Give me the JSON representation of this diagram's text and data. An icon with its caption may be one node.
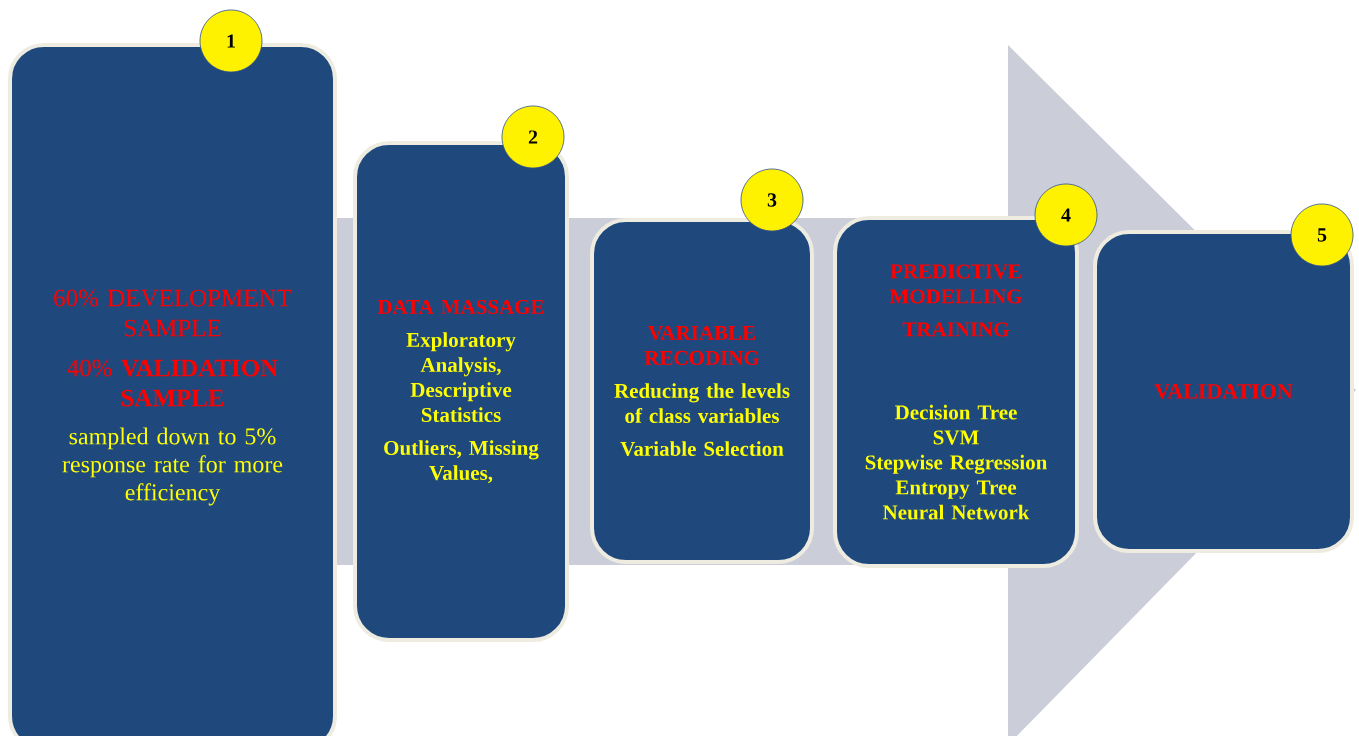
{
  "diagram": {
    "nodes": [
      {
        "text": [
          "60% DEVELOPMENT SAMPLE",
          "40% **VALIDATION SAMPLE**",
          "sampled down to 5% response rate for more efficiency"
        ]
      },
      {
        "text": [
          "DATA MASSAGE",
          "Exploratory Analysis, Descriptive Statistics",
          "Outliers, Missing Values,"
        ]
      },
      {
        "text": [
          "VARIABLE RECODING",
          "Reducing the levels of class variables",
          "Variable Selection"
        ]
      },
      {
        "text": [
          "PREDICTIVE MODELLING",
          "TRAINING",
          "Decision Tree",
          "SVM",
          "Stepwise Regression",
          "Entropy Tree",
          "Neural Network"
        ]
      },
      {
        "text": [
          "VALIDATION"
        ]
      },
      {
        "text": [
          "1"
        ]
      },
      {
        "text": [
          "2"
        ]
      },
      {
        "text": [
          "3"
        ]
      },
      {
        "text": [
          "4"
        ]
      },
      {
        "text": [
          "5"
        ]
      }
    ],
    "edges": [
      {
        "from": 0,
        "to": 4,
        "arrow": "to"
      }
    ]
  }
}
